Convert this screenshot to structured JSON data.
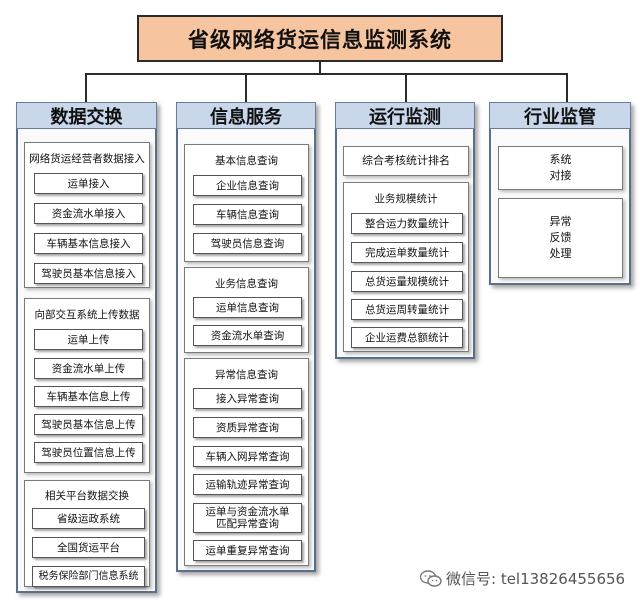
{
  "title": "省级网络货运信息监测系统",
  "columns": [
    {
      "header": "数据交换",
      "groups": [
        {
          "title": "网络货运经营者数据接入",
          "items": [
            "运单接入",
            "资金流水单接入",
            "车辆基本信息接入",
            "驾驶员基本信息接入"
          ]
        },
        {
          "title": "向部交互系统上传数据",
          "items": [
            "运单上传",
            "资金流水单上传",
            "车辆基本信息上传",
            "驾驶员基本信息上传",
            "驾驶员位置信息上传"
          ]
        },
        {
          "title": "相关平台数据交换",
          "items": [
            "省级运政系统",
            "全国货运平台",
            "税务保险部门信息系统"
          ]
        }
      ]
    },
    {
      "header": "信息服务",
      "groups": [
        {
          "title": "基本信息查询",
          "items": [
            "企业信息查询",
            "车辆信息查询",
            "驾驶员信息查询"
          ]
        },
        {
          "title": "业务信息查询",
          "items": [
            "运单信息查询",
            "资金流水单查询"
          ]
        },
        {
          "title": "异常信息查询",
          "items": [
            "接入异常查询",
            "资质异常查询",
            "车辆入网异常查询",
            "运输轨迹异常查询",
            "运单与资金流水单匹配异常查询",
            "运单重复异常查询"
          ]
        }
      ]
    },
    {
      "header": "运行监测",
      "top_item": "综合考核统计排名",
      "groups": [
        {
          "title": "业务规模统计",
          "items": [
            "整合运力数量统计",
            "完成运单数量统计",
            "总货运量规模统计",
            "总货运周转量统计",
            "企业运费总额统计"
          ]
        }
      ]
    },
    {
      "header": "行业监管",
      "boxes": [
        "系统\n对接",
        "异常\n反馈\n处理"
      ]
    }
  ],
  "watermark": "微信号: tel13826455656"
}
